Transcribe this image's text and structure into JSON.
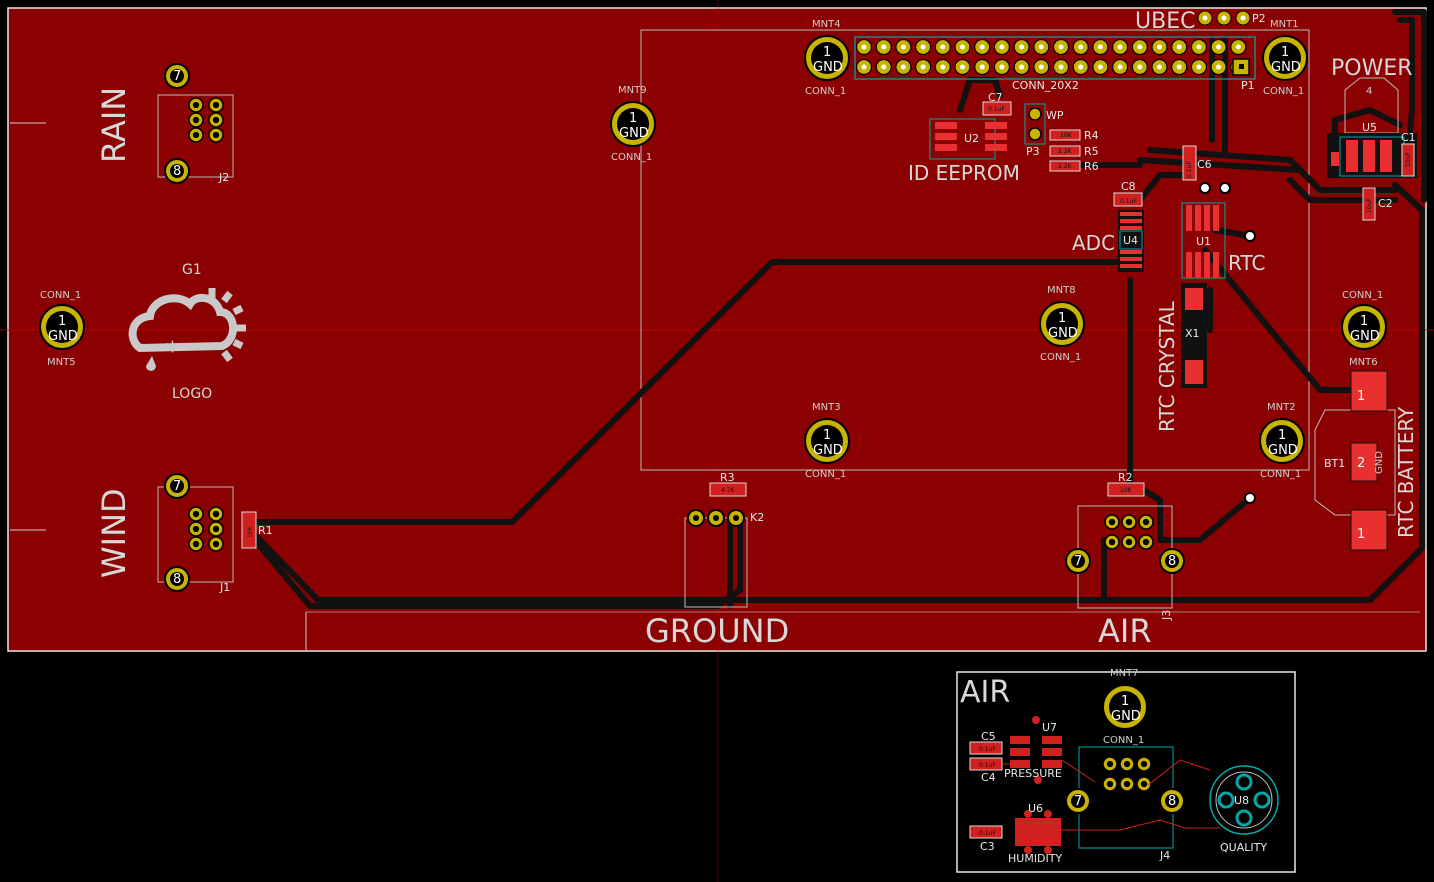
{
  "section_labels": {
    "rain": "RAIN",
    "wind": "WIND",
    "ground": "GROUND",
    "air": "AIR",
    "ubec": "UBEC",
    "power": "POWER",
    "id_eeprom": "ID EEPROM",
    "adc": "ADC",
    "rtc": "RTC",
    "rtc_crystal": "RTC CRYSTAL",
    "rtc_battery": "RTC BATTERY",
    "air_sub": "AIR",
    "pressure": "PRESSURE",
    "humidity": "HUMIDITY",
    "quality": "QUALITY",
    "logo": "LOGO",
    "logo_ref": "G1",
    "header": "CONN_20X2",
    "wp": "WP"
  },
  "mounting_holes": [
    {
      "ref": "MNT4",
      "value": "CONN_1",
      "pad": "1",
      "net": "GND"
    },
    {
      "ref": "MNT1",
      "value": "CONN_1",
      "pad": "1",
      "net": "GND"
    },
    {
      "ref": "MNT9",
      "value": "CONN_1",
      "pad": "1",
      "net": "GND"
    },
    {
      "ref": "MNT5",
      "value": "CONN_1",
      "pad": "1",
      "net": "GND"
    },
    {
      "ref": "MNT8",
      "value": "CONN_1",
      "pad": "1",
      "net": "GND"
    },
    {
      "ref": "MNT6",
      "value": "CONN_1",
      "pad": "1",
      "net": "GND"
    },
    {
      "ref": "MNT3",
      "value": "CONN_1",
      "pad": "1",
      "net": "GND"
    },
    {
      "ref": "MNT2",
      "value": "CONN_1",
      "pad": "1",
      "net": "GND"
    },
    {
      "ref": "MNT7",
      "value": "CONN_1",
      "pad": "1",
      "net": "GND"
    }
  ],
  "components": {
    "J1": "J1",
    "J2": "J2",
    "J3": "J3",
    "J4": "J4",
    "R1": "R1",
    "R2": "R2",
    "R3": "R3",
    "R4": "R4",
    "R5": "R5",
    "R6": "R6",
    "C1": "C1",
    "C2": "C2",
    "C3": "C3",
    "C4": "C4",
    "C5": "C5",
    "C6": "C6",
    "C7": "C7",
    "C8": "C8",
    "U1": "U1",
    "U2": "U2",
    "U4": "U4",
    "U5": "U5",
    "U6": "U6",
    "U7": "U7",
    "U8": "U8",
    "X1": "X1",
    "BT1": "BT1",
    "K2": "K2",
    "P1": "P1",
    "P2": "P2",
    "P3": "P3"
  },
  "component_values": {
    "R1": "10K",
    "R2": "10K",
    "R3": "4.7K",
    "R4": "10K",
    "R5": "2.2K",
    "R6": "2.2K",
    "C1": "10uF",
    "C2": "10uF",
    "C3": "0.1uF",
    "C4": "0.1uF",
    "C5": "0.1uF",
    "C6": "0.1uF",
    "C7": "0.1uF",
    "C8": "0.1uF"
  },
  "pin_numbers": {
    "seven": "7",
    "eight": "8",
    "one": "1",
    "two": "2",
    "four": "4",
    "gnd": "GND"
  },
  "colors": {
    "board_fill": "#8b0000",
    "silkscreen": "#d8d8d8",
    "pad_gold": "#c8b400",
    "trace": "#111111",
    "outline": "#e8e8e8",
    "courtyard": "#bdbdbd",
    "assembly_cyan": "#00a8a8"
  }
}
